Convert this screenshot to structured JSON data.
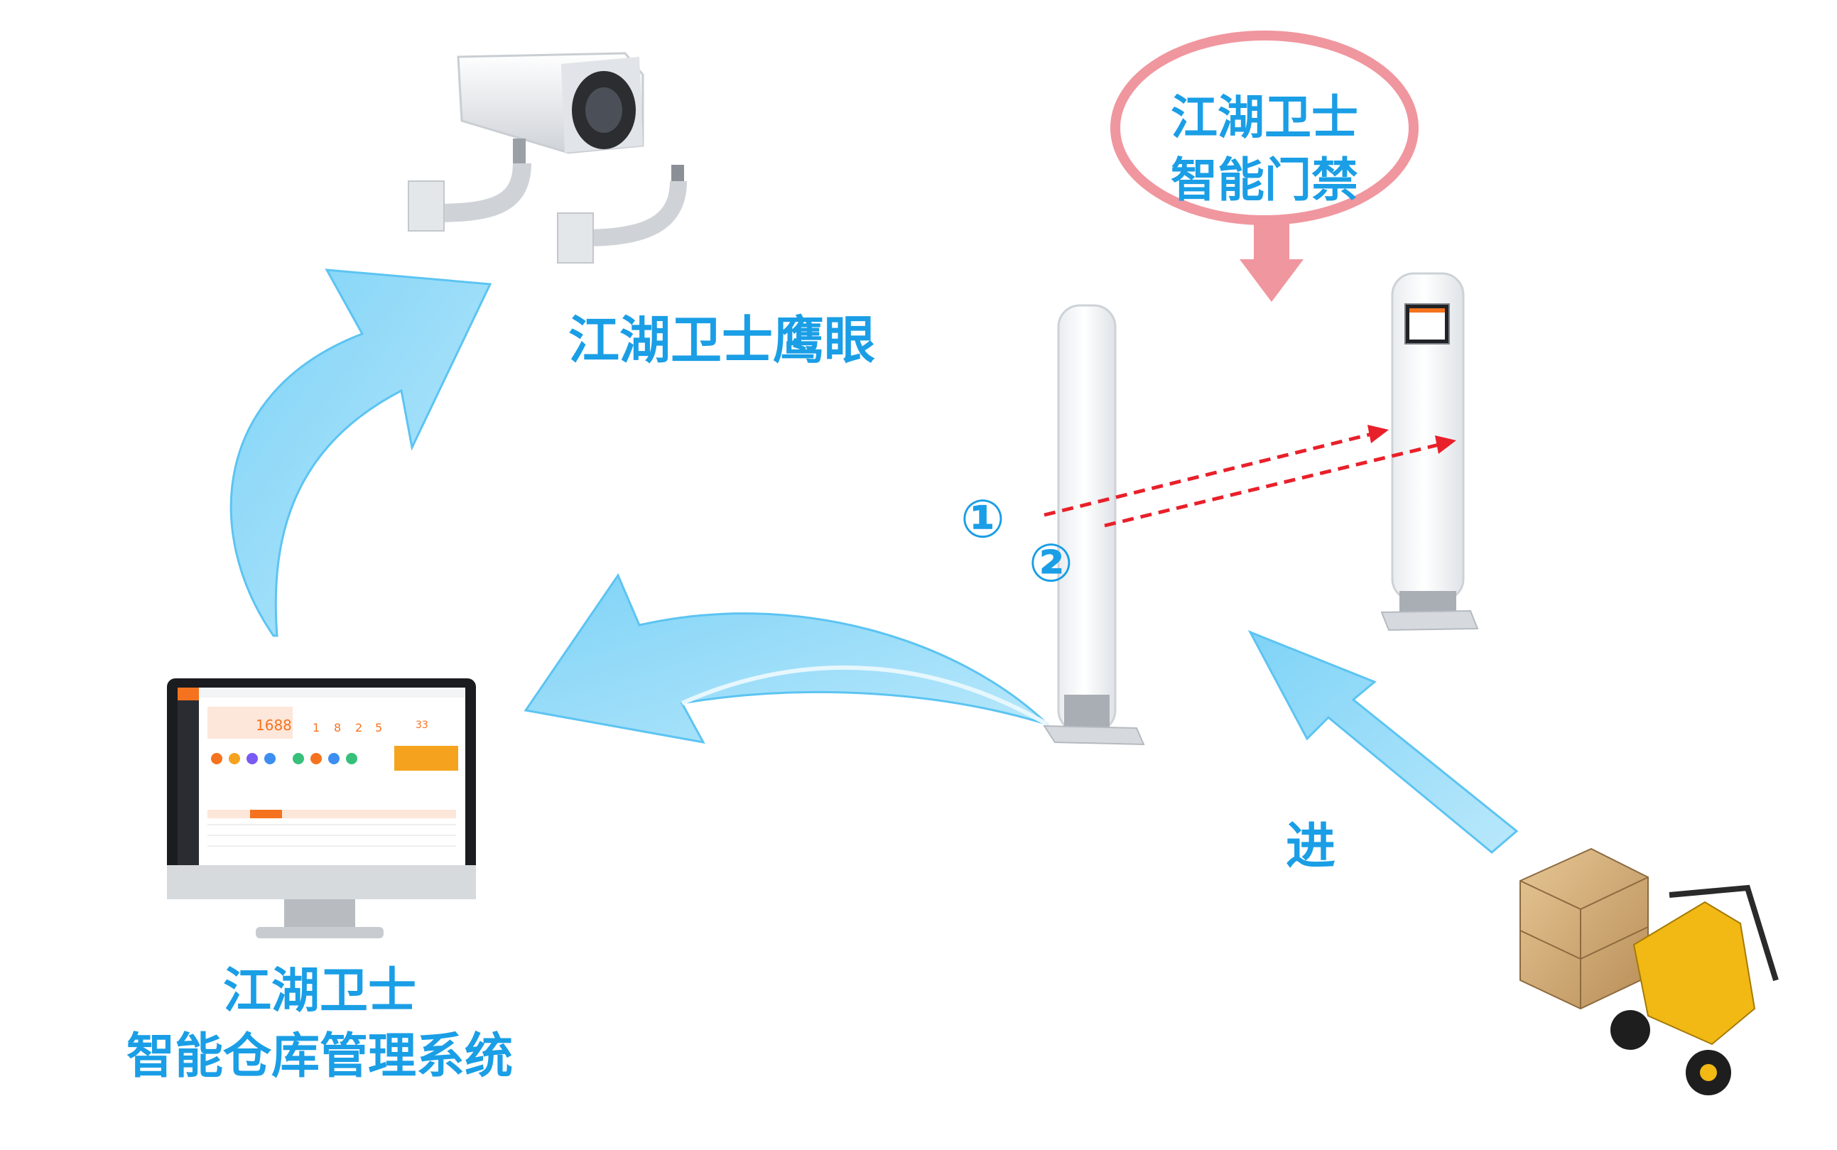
{
  "labels": {
    "camera": "江湖卫士鹰眼",
    "gate_line1": "江湖卫士",
    "gate_line2": "智能门禁",
    "system_line1": "江湖卫士",
    "system_line2": "智能仓库管理系统",
    "entry": "进",
    "step1": "①",
    "step2": "②"
  },
  "screen": {
    "counter": "1688",
    "stats": [
      "1",
      "8",
      "2",
      "5",
      "33"
    ]
  },
  "colors": {
    "label_blue": "#1a9ee6",
    "arrow_blue": "#8fd8f8",
    "bubble_pink": "#f0969e",
    "beam_red": "#e8202a",
    "brand_orange": "#f5731e"
  }
}
